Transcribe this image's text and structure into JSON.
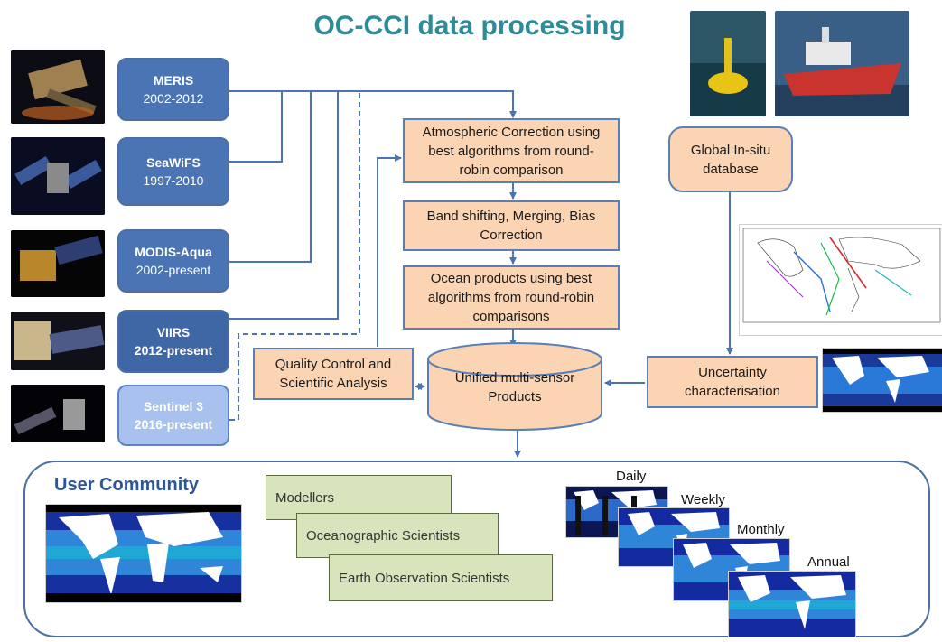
{
  "title": "OC-CCI data processing",
  "sensors": [
    {
      "name": "MERIS",
      "years": "2002-2012"
    },
    {
      "name": "SeaWiFS",
      "years": "1997-2010"
    },
    {
      "name": "MODIS-Aqua",
      "years": "2002-present"
    },
    {
      "name": "VIIRS",
      "years": "2012-present"
    },
    {
      "name": "Sentinel 3",
      "years": "2016-present"
    }
  ],
  "processing": {
    "atmospheric": "Atmospheric Correction using best algorithms from round-robin comparison",
    "band_shifting": "Band shifting, Merging, Bias Correction",
    "ocean_products": "Ocean products using best algorithms from round-robin comparisons",
    "unified": "Unified multi-sensor Products",
    "quality_control": "Quality Control and Scientific Analysis",
    "insitu": "Global In-situ database",
    "uncertainty": "Uncertainty characterisation"
  },
  "user_community": {
    "title": "User Community",
    "groups": [
      "Modellers",
      "Oceanographic Scientists",
      "Earth Observation Scientists"
    ]
  },
  "temporal": [
    "Daily",
    "Weekly",
    "Monthly",
    "Annual"
  ],
  "colors": {
    "title": "#2c8c97",
    "sensor_box": "#4a74b4",
    "sentinel_box": "#a9c1ee",
    "process_box": "#fbd4b4",
    "connector": "#4a74b4",
    "user_group": "#d8e4bc"
  }
}
